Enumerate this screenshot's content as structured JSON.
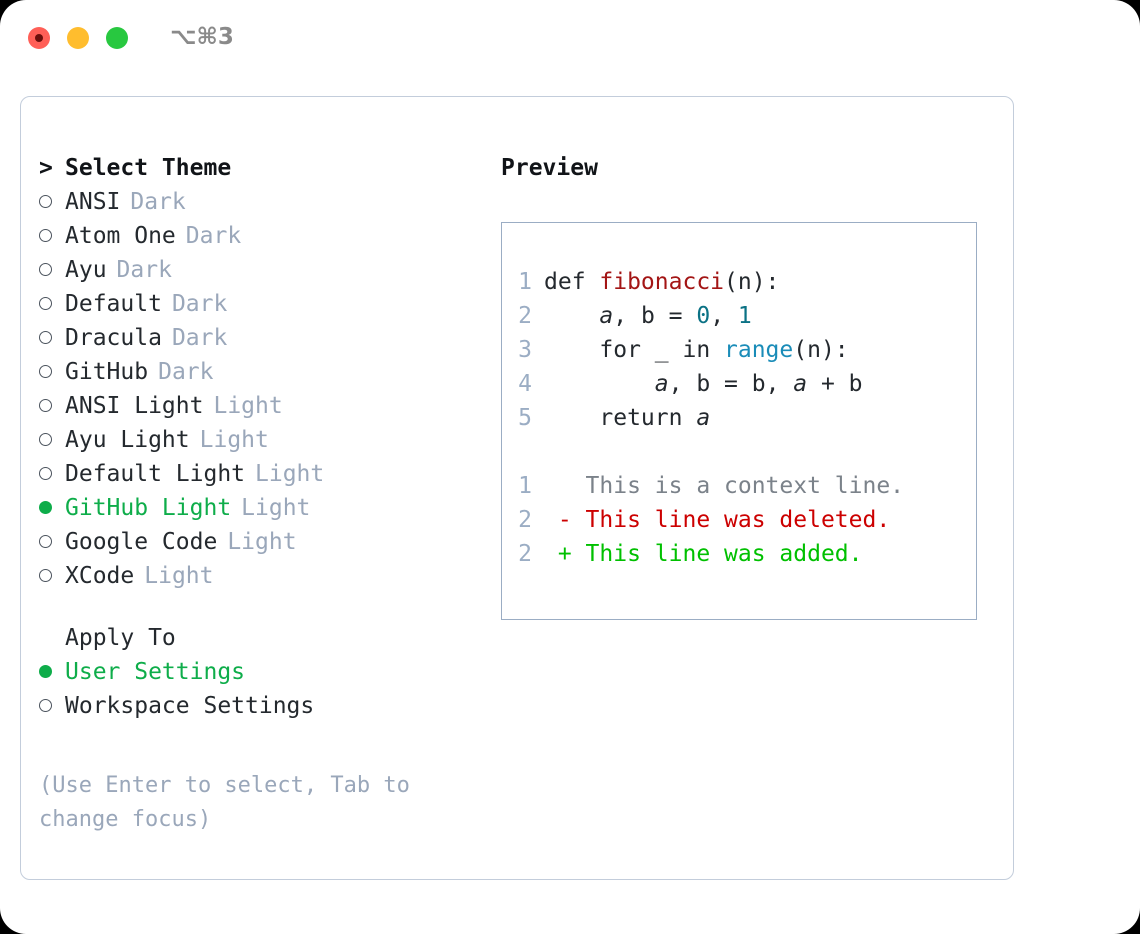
{
  "titlebar": {
    "shortcut": "⌥⌘3",
    "buttons": [
      {
        "name": "close",
        "color": "#ff5f57"
      },
      {
        "name": "minimize",
        "color": "#ffbd2e"
      },
      {
        "name": "maximize",
        "color": "#28c840"
      }
    ]
  },
  "theme_list": {
    "heading_marker": ">",
    "heading": "Select Theme",
    "items": [
      {
        "marker": "○",
        "selected": false,
        "name": "ANSI",
        "tag": "Dark"
      },
      {
        "marker": "○",
        "selected": false,
        "name": "Atom One",
        "tag": "Dark"
      },
      {
        "marker": "○",
        "selected": false,
        "name": "Ayu",
        "tag": "Dark"
      },
      {
        "marker": "○",
        "selected": false,
        "name": "Default",
        "tag": "Dark"
      },
      {
        "marker": "○",
        "selected": false,
        "name": "Dracula",
        "tag": "Dark"
      },
      {
        "marker": "○",
        "selected": false,
        "name": "GitHub",
        "tag": "Dark"
      },
      {
        "marker": "○",
        "selected": false,
        "name": "ANSI Light",
        "tag": "Light"
      },
      {
        "marker": "○",
        "selected": false,
        "name": "Ayu Light",
        "tag": "Light"
      },
      {
        "marker": "○",
        "selected": false,
        "name": "Default Light",
        "tag": "Light"
      },
      {
        "marker": "●",
        "selected": true,
        "name": "GitHub Light",
        "tag": "Light"
      },
      {
        "marker": "○",
        "selected": false,
        "name": "Google Code",
        "tag": "Light"
      },
      {
        "marker": "○",
        "selected": false,
        "name": "XCode",
        "tag": "Light"
      }
    ]
  },
  "apply_to": {
    "heading": "Apply To",
    "items": [
      {
        "marker": "●",
        "selected": true,
        "name": "User Settings"
      },
      {
        "marker": "○",
        "selected": false,
        "name": "Workspace Settings"
      }
    ]
  },
  "hint": "(Use Enter to select, Tab to\nchange focus)",
  "preview": {
    "title": "Preview",
    "code_lines": [
      {
        "n": "1",
        "tokens": [
          {
            "t": "def ",
            "c": "tok-def"
          },
          {
            "t": "fibonacci",
            "c": "tok-fn"
          },
          {
            "t": "(n):",
            "c": "code-text"
          }
        ]
      },
      {
        "n": "2",
        "tokens": [
          {
            "t": "    ",
            "c": "code-text"
          },
          {
            "t": "a",
            "c": "tok-var"
          },
          {
            "t": ", b = ",
            "c": "code-text"
          },
          {
            "t": "0",
            "c": "tok-num"
          },
          {
            "t": ", ",
            "c": "code-text"
          },
          {
            "t": "1",
            "c": "tok-num"
          }
        ]
      },
      {
        "n": "3",
        "tokens": [
          {
            "t": "    for _ in ",
            "c": "code-text"
          },
          {
            "t": "range",
            "c": "tok-builtin"
          },
          {
            "t": "(n):",
            "c": "code-text"
          }
        ]
      },
      {
        "n": "4",
        "tokens": [
          {
            "t": "        ",
            "c": "code-text"
          },
          {
            "t": "a",
            "c": "tok-var"
          },
          {
            "t": ", b = b, ",
            "c": "code-text"
          },
          {
            "t": "a",
            "c": "tok-var"
          },
          {
            "t": " + b",
            "c": "code-text"
          }
        ]
      },
      {
        "n": "5",
        "tokens": [
          {
            "t": "    return ",
            "c": "code-text"
          },
          {
            "t": "a",
            "c": "tok-var"
          }
        ]
      }
    ],
    "diff_lines": [
      {
        "n": "1",
        "tokens": [
          {
            "t": "   This is a context line.",
            "c": "diff-ctx"
          }
        ]
      },
      {
        "n": "2",
        "tokens": [
          {
            "t": " - This line was deleted.",
            "c": "diff-del"
          }
        ]
      },
      {
        "n": "2",
        "tokens": [
          {
            "t": " + This line was added.",
            "c": "diff-add"
          }
        ]
      }
    ]
  },
  "colors": {
    "selected_green": "#0ead4a",
    "tag_gray": "#9aa7ba",
    "panel_border": "#c3cddb",
    "code_border": "#9badc4",
    "line_number": "#9badc4",
    "diff_deleted": "#cc0000",
    "diff_added": "#00c000",
    "function_name": "#a31515",
    "number_literal": "#0b7285",
    "builtin": "#1a8cb8"
  }
}
